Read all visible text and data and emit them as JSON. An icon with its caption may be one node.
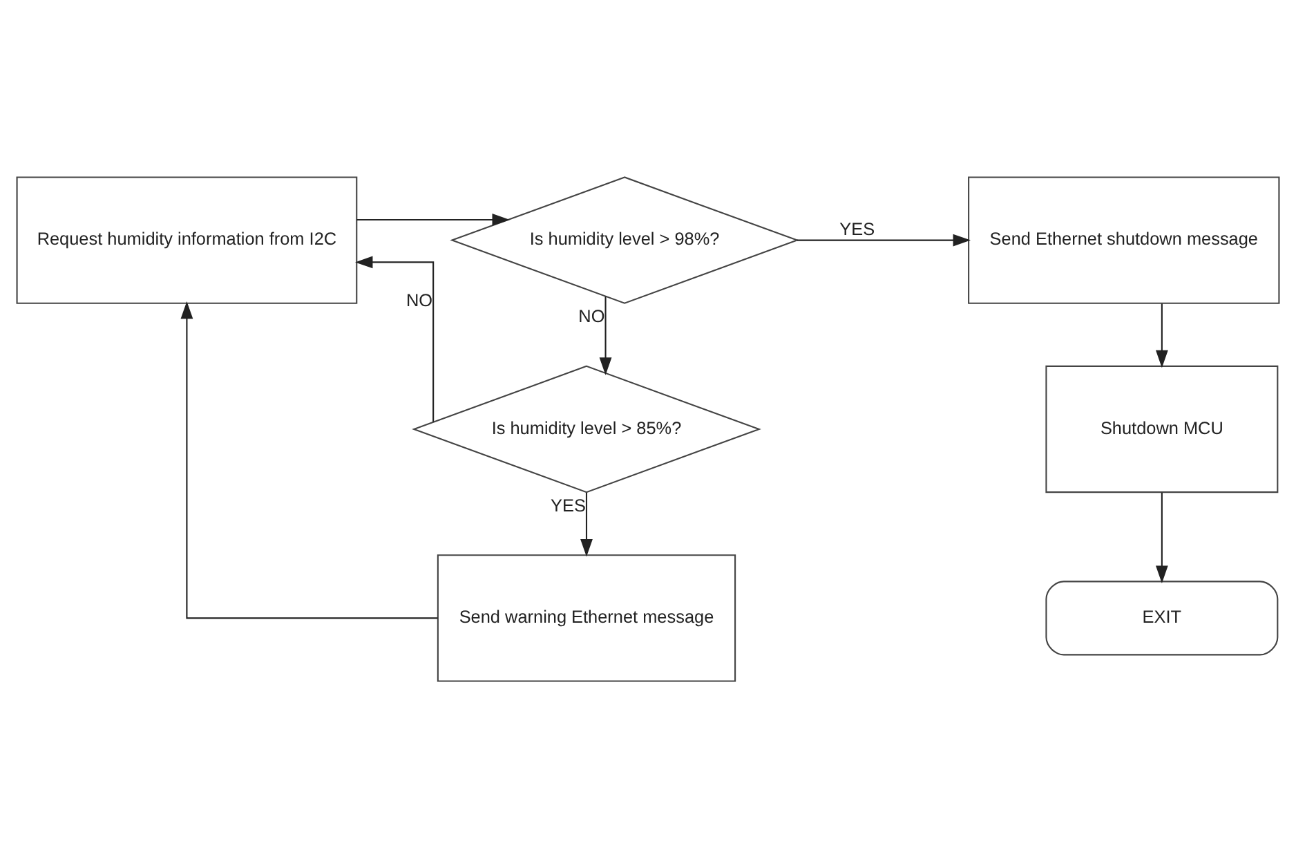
{
  "diagram": {
    "nodes": [
      {
        "text": [
          "Request humidity information from I2C"
        ]
      },
      {
        "text": [
          "Is humidity level > 98%?"
        ]
      },
      {
        "text": [
          "Send Ethernet shutdown message"
        ]
      },
      {
        "text": [
          "Is humidity level > 85%?"
        ]
      },
      {
        "text": [
          "Shutdown MCU"
        ]
      },
      {
        "text": [
          "Send warning Ethernet message"
        ]
      },
      {
        "text": [
          "EXIT"
        ]
      }
    ],
    "edges": [
      {
        "from": 0,
        "to": 1,
        "arrow": "to"
      },
      {
        "from": 1,
        "to": 2,
        "arrow": "to",
        "label": "YES"
      },
      {
        "from": 1,
        "to": 3,
        "arrow": "to",
        "label": "NO"
      },
      {
        "from": 3,
        "to": 0,
        "arrow": "to",
        "label": "NO"
      },
      {
        "from": 3,
        "to": 5,
        "arrow": "to",
        "label": "YES"
      },
      {
        "from": 5,
        "to": 0,
        "arrow": "to"
      },
      {
        "from": 2,
        "to": 4,
        "arrow": "to"
      },
      {
        "from": 4,
        "to": 6,
        "arrow": "to"
      }
    ]
  }
}
